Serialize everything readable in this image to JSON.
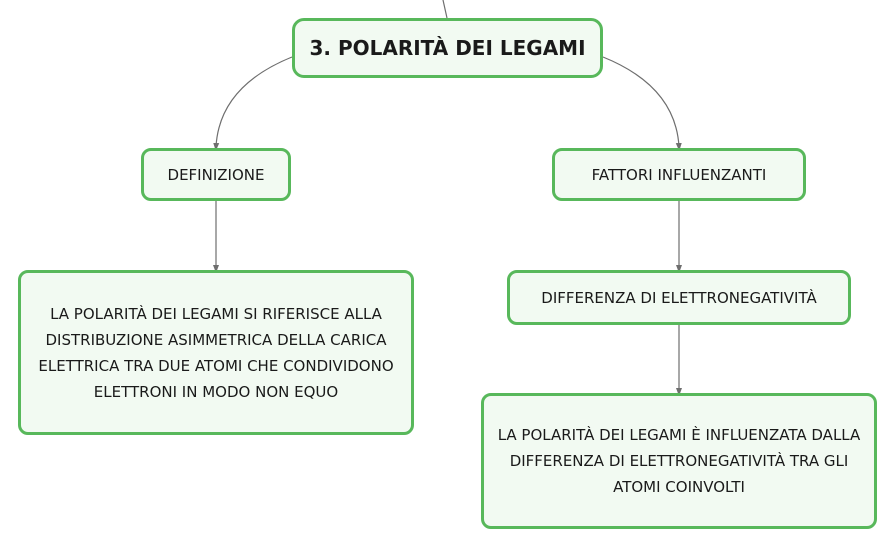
{
  "nodes": {
    "root": "3. POLARITÀ DEI LEGAMI",
    "definizione": "DEFINIZIONE",
    "fattori": "FATTORI INFLUENZANTI",
    "definizione_testo": "LA POLARITÀ DEI LEGAMI SI RIFERISCE ALLA DISTRIBUZIONE ASIMMETRICA DELLA CARICA ELETTRICA TRA DUE ATOMI CHE CONDIVIDONO ELETTRONI IN MODO NON EQUO",
    "differenza": "DIFFERENZA DI ELETTRONEGATIVITÀ",
    "differenza_testo": "LA POLARITÀ DEI LEGAMI È INFLUENZATA DALLA DIFFERENZA DI ELETTRONEGATIVITÀ TRA GLI ATOMI COINVOLTI"
  },
  "colors": {
    "node_border": "#58b85b",
    "node_fill": "#f2faf2",
    "connector": "#6e6e6e"
  }
}
